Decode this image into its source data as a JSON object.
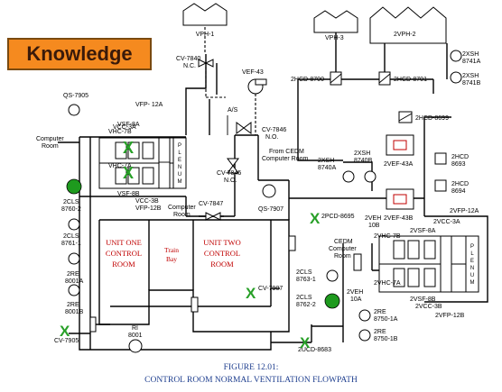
{
  "banner": {
    "label": "Knowledge"
  },
  "caption": {
    "figure": "FIGURE 12.01:",
    "title": "CONTROL ROOM NORMAL VENTILATION FLOWPATH"
  },
  "rooms": {
    "unit_one": [
      "UNIT ONE",
      "CONTROL",
      "ROOM"
    ],
    "train_bay": [
      "Train",
      "Bay"
    ],
    "unit_two": [
      "UNIT TWO",
      "CONTROL",
      "ROOM"
    ]
  },
  "labels": {
    "vph1": "VPH-1",
    "vph3": "VPH-3",
    "vph2": "2VPH-2",
    "cv7840": "CV-7840",
    "cv7840_nc": "N.C.",
    "vef43": "VEF-43",
    "qs7905": "QS-7905",
    "vfp12a": "VFP- 12A",
    "vcc3a": "VCC-3A",
    "vsf8a": "VSF-8A",
    "vhc7b": "VHC-7B",
    "computer_room_l": [
      "Computer",
      "Room"
    ],
    "vhc7a": "VHC-7A",
    "vsf8b": "VSF-8B",
    "vcc3b": "VCC-3B",
    "vfp12b": "VFP-12B",
    "as": "A/S",
    "cv7846": "CV-7846",
    "cv7846_no": "N.O.",
    "cv7845": "CV-7845",
    "cv7845_no": "N.O.",
    "plenum": [
      "P",
      "L",
      "E",
      "N",
      "U",
      "M"
    ],
    "cls8760_2": [
      "2CLS",
      "8760-2"
    ],
    "cls8761_1": [
      "2CLS",
      "8761-1"
    ],
    "re8001a": [
      "2RE",
      "8001A"
    ],
    "re8001b": [
      "2RE",
      "8001B"
    ],
    "cv7905": "CV-7905",
    "ri8001": [
      "RI",
      "8001"
    ],
    "computer_room_mid": [
      "Computer",
      "Room"
    ],
    "cv7847": "CV-7847",
    "qs7907": "QS-7907",
    "cv7907": "CV-7907",
    "hcd8700": "2HCD-8700",
    "hcd8701": "2HCD-8701",
    "xsh8741a": [
      "2XSH",
      "8741A"
    ],
    "xsh8741b": [
      "2XSH",
      "8741B"
    ],
    "hcd8699": "2HCD-8699",
    "from_cedm": [
      "From CEDM",
      "Computer Room"
    ],
    "xsh8740a": [
      "2XSH",
      "8740A"
    ],
    "xsh8740b": [
      "2XSH",
      "8740B"
    ],
    "vef43a": "2VEF-43A",
    "vef43b": "2VEF-43B",
    "hcd8693": [
      "2HCD",
      "8693"
    ],
    "hcd8694": [
      "2HCD",
      "8694"
    ],
    "pcd8695": "2PCD-8695",
    "veh10b": [
      "2VEH",
      "10B"
    ],
    "vhc7b2": "2VHC-7B",
    "vsf8a2": "2VSF-8A",
    "vcc3a2": "2VCC-3A",
    "vfp12a2": "2VFP-12A",
    "cedm": [
      "CEDM",
      "Computer",
      "Room"
    ],
    "cls8763_1": [
      "2CLS",
      "8763-1"
    ],
    "cls8762_2": [
      "2CLS",
      "8762-2"
    ],
    "veh10a": [
      "2VEH",
      "10A"
    ],
    "vhc7a2": "2VHC-7A",
    "vsf8b2": "2VSF-8B",
    "vcc3b2": "2VCC-3B",
    "vfp12b2": "2VFP-12B",
    "re8750_1a": [
      "2RE",
      "8750-1A"
    ],
    "re8750_1b": [
      "2RE",
      "8750-1B"
    ],
    "ucd8683": "2UCD-8683"
  },
  "marks": {
    "x": "X"
  },
  "colors": {
    "banner": "#f58a1f",
    "unit_text": "#c00000",
    "caption": "#1f3f8f",
    "x_mark": "#28a028",
    "indicator": "#1e9a1e"
  }
}
